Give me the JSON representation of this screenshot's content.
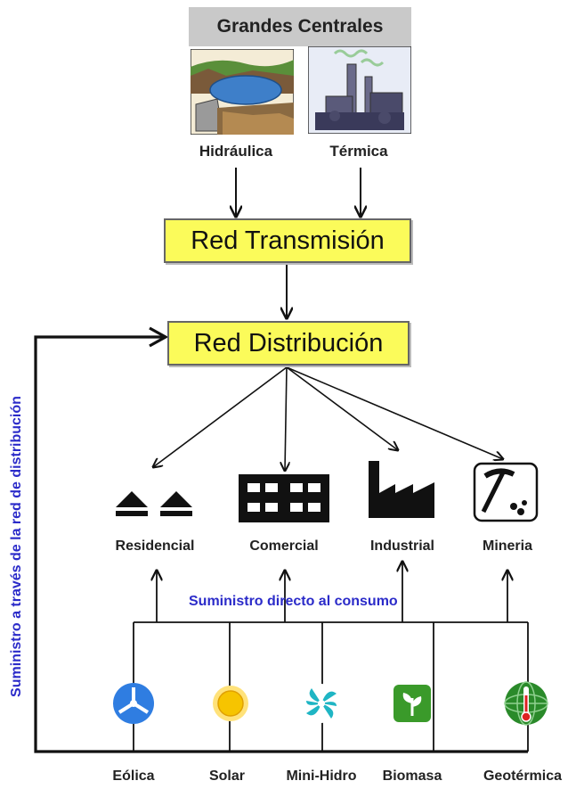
{
  "header": {
    "title": "Grandes Centrales"
  },
  "plants": [
    {
      "label": "Hidráulica",
      "icon": "hydro-dam-icon"
    },
    {
      "label": "Térmica",
      "icon": "thermal-plant-icon"
    }
  ],
  "transmission": {
    "label": "Red Transmisión"
  },
  "distribution": {
    "label": "Red Distribución"
  },
  "consumers": [
    {
      "label": "Residencial",
      "icon": "houses-icon"
    },
    {
      "label": "Comercial",
      "icon": "building-icon"
    },
    {
      "label": "Industrial",
      "icon": "factory-icon"
    },
    {
      "label": "Mineria",
      "icon": "pickaxe-icon"
    }
  ],
  "direct_supply": {
    "label": "Suministro directo al consumo"
  },
  "grid_supply": {
    "label": "Suministro a través de la red de distribución"
  },
  "sources": [
    {
      "label": "Eólica",
      "icon": "wind-turbine-icon",
      "color": "#2f7de1"
    },
    {
      "label": "Solar",
      "icon": "sun-icon",
      "color": "#f6c400"
    },
    {
      "label": "Mini-Hidro",
      "icon": "water-turbine-icon",
      "color": "#1fb5c4"
    },
    {
      "label": "Biomasa",
      "icon": "plant-leaf-icon",
      "color": "#3a9a2a"
    },
    {
      "label": "Geotérmica",
      "icon": "globe-thermometer-icon",
      "color": "#2a8a2a"
    }
  ],
  "colors": {
    "box_fill": "#fbfb5a",
    "header_fill": "#c9c9c9",
    "label_blue": "#2b2bc9"
  }
}
